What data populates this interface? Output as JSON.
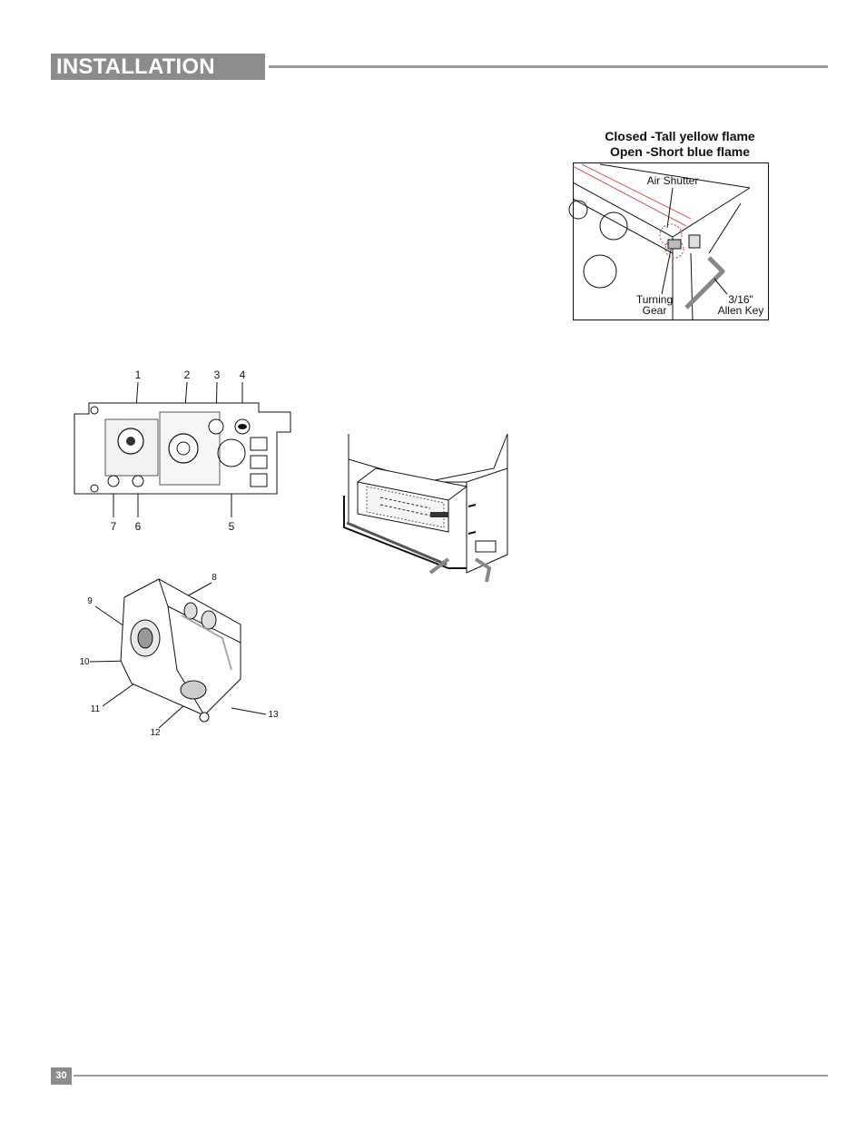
{
  "header": {
    "title": "INSTALLATION"
  },
  "air_shutter_figure": {
    "caption_line1": "Closed -Tall yellow flame",
    "caption_line2": "Open -Short blue flame",
    "label_air_shutter": "Air Shutter",
    "label_turning_gear_1": "Turning",
    "label_turning_gear_2": "Gear",
    "label_allen_key_1": "3/16\"",
    "label_allen_key_2": "Allen Key"
  },
  "valve_top_figure": {
    "callouts": [
      "1",
      "2",
      "3",
      "4",
      "5",
      "6",
      "7"
    ]
  },
  "valve_bottom_figure": {
    "callouts": [
      "8",
      "9",
      "10",
      "11",
      "12",
      "13"
    ]
  },
  "footer": {
    "page_number": "30"
  }
}
